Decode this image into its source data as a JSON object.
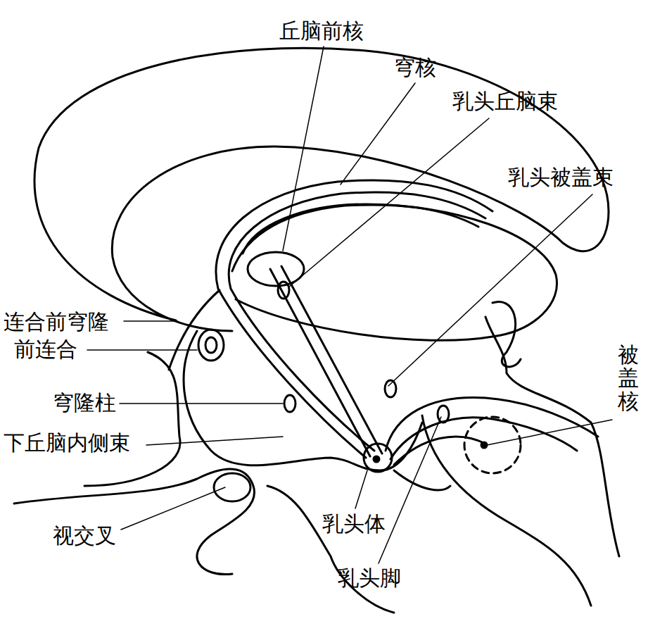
{
  "diagram": {
    "labels": [
      "丘脑前核",
      "穹核",
      "乳头丘脑束",
      "乳头被盖束",
      "连合前穹隆",
      "前连合",
      "穹隆柱",
      "下丘脑内侧束",
      "视交叉",
      "乳头体",
      "乳头脚",
      "被盖核"
    ]
  }
}
